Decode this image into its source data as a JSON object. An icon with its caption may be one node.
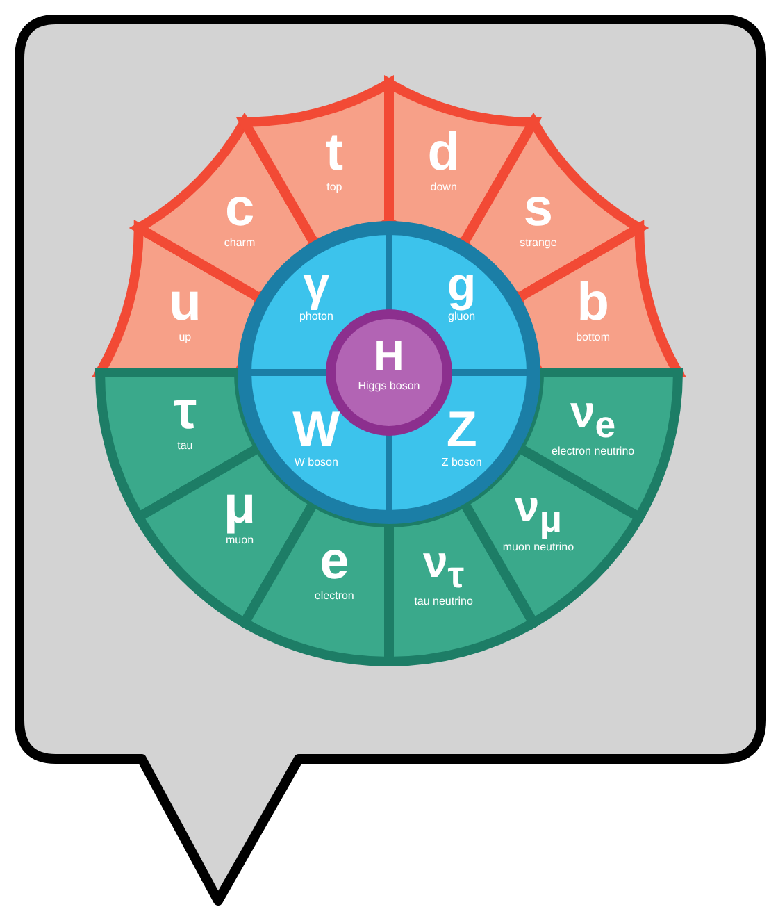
{
  "diagram": {
    "nodes": [
      {
        "text": [
          "u",
          "up"
        ]
      },
      {
        "text": [
          "c",
          "charm"
        ]
      },
      {
        "text": [
          "t",
          "top"
        ]
      },
      {
        "text": [
          "d",
          "down"
        ]
      },
      {
        "text": [
          "s",
          "strange"
        ]
      },
      {
        "text": [
          "b",
          "bottom"
        ]
      },
      {
        "text": [
          "γ",
          "photon"
        ]
      },
      {
        "text": [
          "g",
          "gluon"
        ]
      },
      {
        "text": [
          "H",
          "Higgs boson"
        ]
      },
      {
        "text": [
          "τ",
          "tau"
        ]
      },
      {
        "text": [
          "W",
          "W boson"
        ]
      },
      {
        "text": [
          "Z",
          "Z boson"
        ]
      },
      {
        "text": [
          "ν$_{e}$",
          "electron neutrino"
        ]
      },
      {
        "text": [
          "μ",
          "muon"
        ]
      },
      {
        "text": [
          "ν$_{μ}$",
          "muon neutrino"
        ]
      },
      {
        "text": [
          "e",
          "electron"
        ]
      },
      {
        "text": [
          "ν$_{τ}$",
          "tau neutrino"
        ]
      }
    ]
  }
}
